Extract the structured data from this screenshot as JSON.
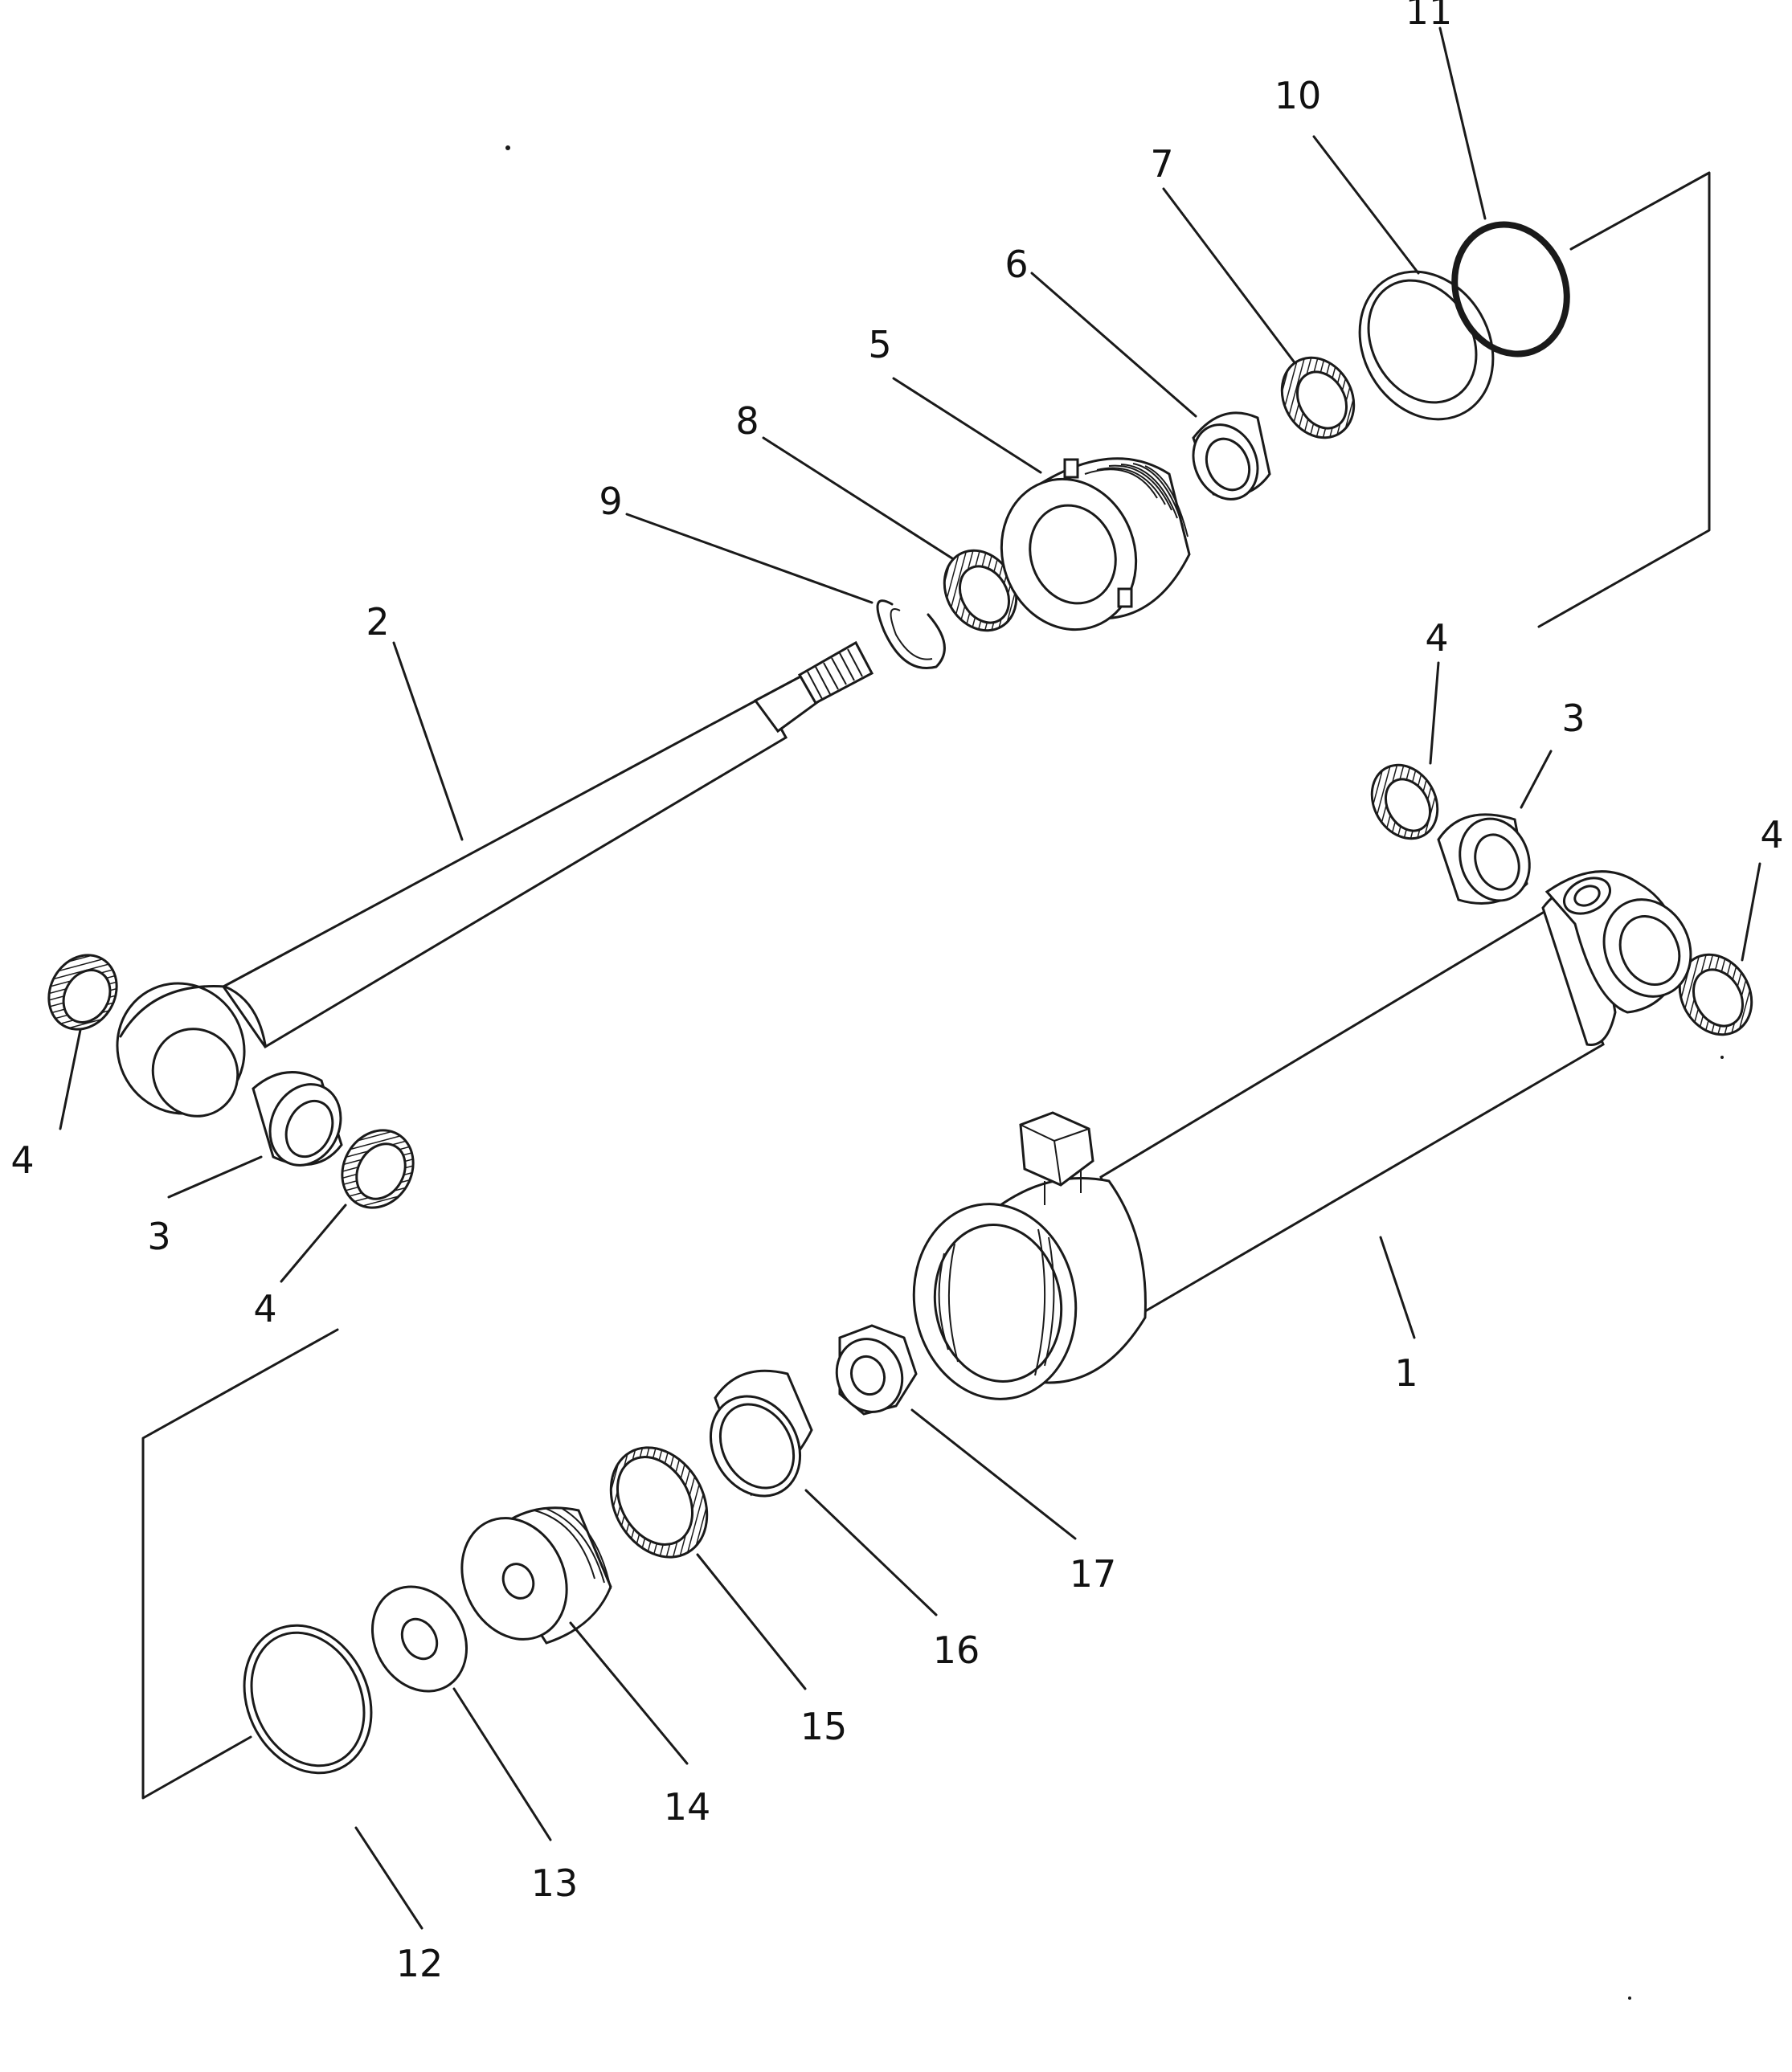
{
  "labels": [
    {
      "id": "c1",
      "text": "1"
    },
    {
      "id": "c2",
      "text": "2"
    },
    {
      "id": "c3a",
      "text": "3"
    },
    {
      "id": "c3b",
      "text": "3"
    },
    {
      "id": "c4a",
      "text": "4"
    },
    {
      "id": "c4b",
      "text": "4"
    },
    {
      "id": "c4c",
      "text": "4"
    },
    {
      "id": "c4d",
      "text": "4"
    },
    {
      "id": "c5",
      "text": "5"
    },
    {
      "id": "c6",
      "text": "6"
    },
    {
      "id": "c7",
      "text": "7"
    },
    {
      "id": "c8",
      "text": "8"
    },
    {
      "id": "c9",
      "text": "9"
    },
    {
      "id": "c10",
      "text": "10"
    },
    {
      "id": "c11",
      "text": "11"
    },
    {
      "id": "c12",
      "text": "12"
    },
    {
      "id": "c13",
      "text": "13"
    },
    {
      "id": "c14",
      "text": "14"
    },
    {
      "id": "c15",
      "text": "15"
    },
    {
      "id": "c16",
      "text": "16"
    },
    {
      "id": "c17",
      "text": "17"
    }
  ]
}
